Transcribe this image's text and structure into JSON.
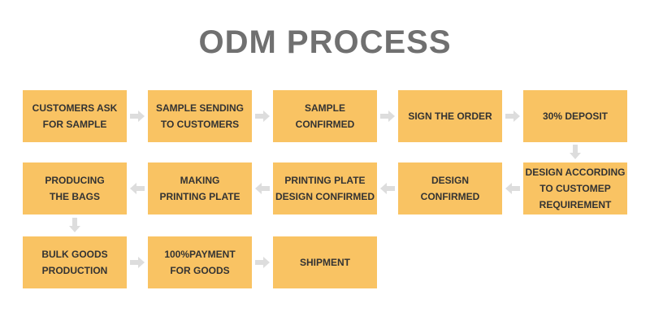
{
  "title": "ODM PROCESS",
  "colors": {
    "box_fill": "#f9c363",
    "title": "#707070",
    "arrow": "#dddddd",
    "text": "#333333"
  },
  "steps": [
    {
      "label": "CUSTOMERS ASK\nFOR SAMPLE"
    },
    {
      "label": "SAMPLE SENDING\nTO CUSTOMERS"
    },
    {
      "label": "SAMPLE\nCONFIRMED"
    },
    {
      "label": "SIGN THE ORDER"
    },
    {
      "label": "30% DEPOSIT"
    },
    {
      "label": "DESIGN ACCORDING\nTO CUSTOMEP\nREQUIREMENT"
    },
    {
      "label": "DESIGN\nCONFIRMED"
    },
    {
      "label": "PRINTING PLATE\nDESIGN CONFIRMED"
    },
    {
      "label": "MAKING\nPRINTING PLATE"
    },
    {
      "label": "PRODUCING\nTHE BAGS"
    },
    {
      "label": "BULK GOODS\nPRODUCTION"
    },
    {
      "label": "100%PAYMENT\nFOR GOODS"
    },
    {
      "label": "SHIPMENT"
    }
  ]
}
